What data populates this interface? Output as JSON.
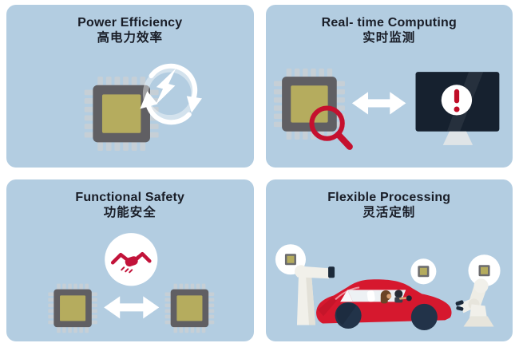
{
  "page": {
    "background": "#ffffff",
    "panel_background": "#b3cde1",
    "title_color": "#191d27"
  },
  "colors": {
    "accent_red": "#c5102e",
    "car_red": "#d6182e",
    "navy_dark": "#16212f",
    "wheel_navy": "#223349",
    "chip_body_gray": "#605f63",
    "chip_core_olive": "#b5ac5e",
    "chip_pin_gray": "#c6cfd6",
    "robot_arm_white": "#f1f0ea",
    "arrow_white": "#ffffff"
  },
  "panels": [
    {
      "id": "power-efficiency",
      "title_en": "Power Efficiency",
      "title_zh": "高电力效率",
      "icons": [
        "microcontroller-chip",
        "circular-refresh-arrows",
        "lightning-bolt"
      ]
    },
    {
      "id": "real-time-computing",
      "title_en": "Real- time Computing",
      "title_zh": "实时监测",
      "icons": [
        "microcontroller-chip",
        "magnifying-glass",
        "double-headed-arrow",
        "monitor-with-alert"
      ]
    },
    {
      "id": "functional-safety",
      "title_en": "Functional Safety",
      "title_zh": "功能安全",
      "icons": [
        "handshake-badge",
        "microcontroller-chip",
        "double-headed-arrow",
        "microcontroller-chip"
      ]
    },
    {
      "id": "flexible-processing",
      "title_en": "Flexible Processing",
      "title_zh": "灵活定制",
      "icons": [
        "robot-arm",
        "chip-badge",
        "red-car-with-passengers",
        "chip-badge",
        "robot-arm",
        "chip-badge"
      ]
    }
  ]
}
